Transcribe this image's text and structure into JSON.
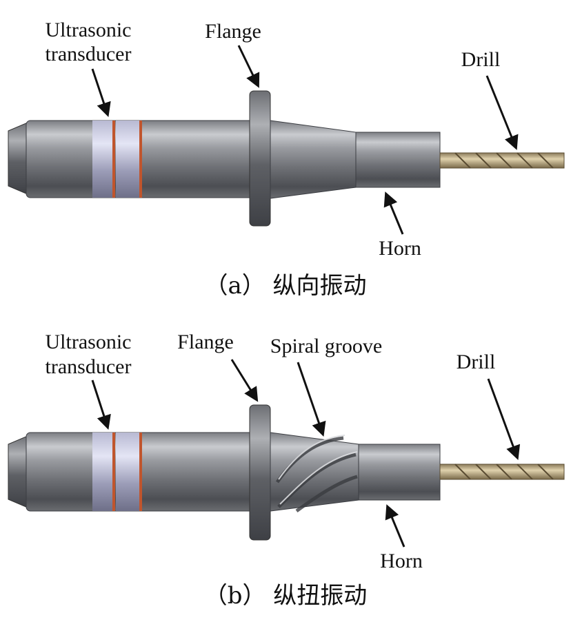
{
  "panel_a": {
    "label_transducer_line1": "Ultrasonic",
    "label_transducer_line2": "transducer",
    "label_flange": "Flange",
    "label_drill": "Drill",
    "label_horn": "Horn",
    "caption": "（a） 纵向振动"
  },
  "panel_b": {
    "label_transducer_line1": "Ultrasonic",
    "label_transducer_line2": "transducer",
    "label_flange": "Flange",
    "label_spiral": "Spiral groove",
    "label_drill": "Drill",
    "label_horn": "Horn",
    "caption": "（b） 纵扭振动"
  },
  "colors": {
    "steel_dark": "#5c5e63",
    "steel_light": "#c9cbcf",
    "ring_lavender": "#cfd0e8",
    "ring_copper": "#c0552d",
    "drill_gold": "#b9a27a"
  }
}
